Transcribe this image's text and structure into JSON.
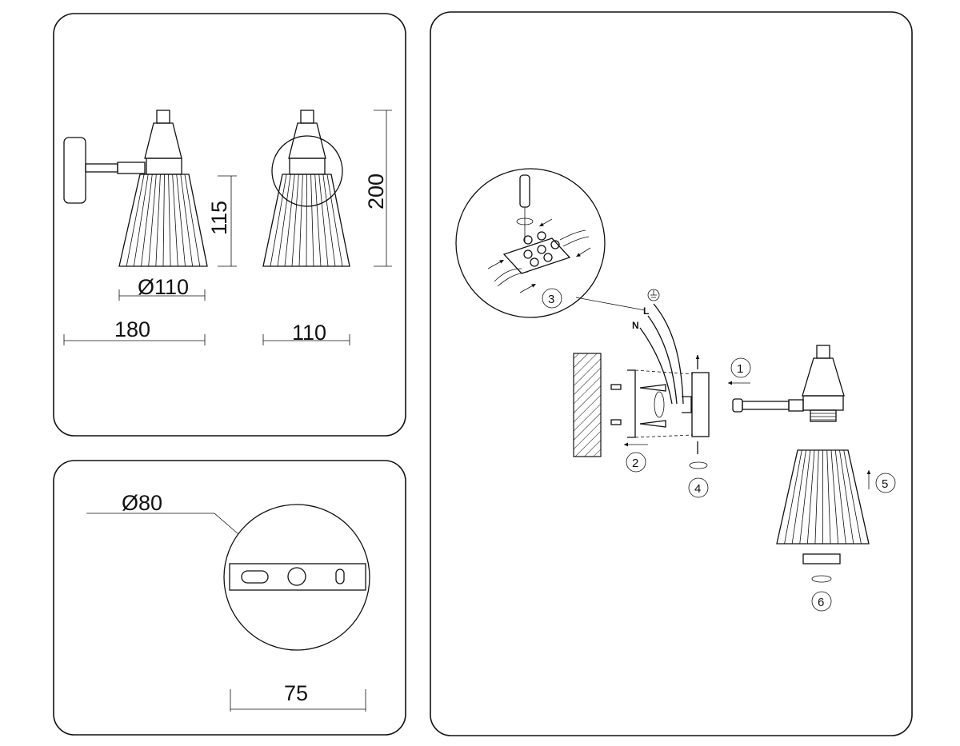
{
  "dimensions": {
    "shade_diameter": "Ø110",
    "total_depth": "180",
    "shade_height": "115",
    "front_width": "110",
    "total_height": "200",
    "base_diameter": "Ø80",
    "mount_hole_spacing": "75"
  },
  "wiring": {
    "neutral_label": "N",
    "live_label": "L"
  },
  "steps": [
    "1",
    "2",
    "3",
    "4",
    "5",
    "6"
  ],
  "icons": [
    "ground-symbol-icon",
    "screwdriver-icon",
    "rotate-arrow-icon",
    "direction-arrow-icon"
  ]
}
